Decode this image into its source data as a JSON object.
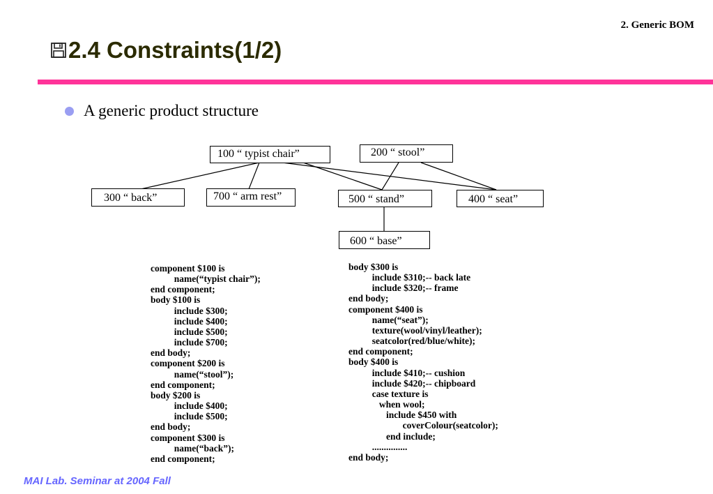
{
  "header": {
    "section": "2.  Generic BOM"
  },
  "slide": {
    "title": "2.4 Constraints(1/2)",
    "bullet": "A generic product structure"
  },
  "diagram": {
    "nodes": {
      "n100": "100 “ typist chair”",
      "n200": "200 “ stool”",
      "n300": "300 “ back”",
      "n700": "700 “ arm rest”",
      "n500": "500 “ stand”",
      "n400": "400 “ seat”",
      "n600": "600 “ base”"
    }
  },
  "code": {
    "left": [
      "component $100 is",
      "          name(“typist chair”);",
      "end component;",
      "body $100 is",
      "          include $300;",
      "          include $400;",
      "          include $500;",
      "          include $700;",
      "end body;",
      "component $200 is",
      "          name(“stool”);",
      "end component;",
      "body $200 is",
      "          include $400;",
      "          include $500;",
      "end body;",
      "component $300 is",
      "          name(“back”);",
      "end component;"
    ],
    "right": [
      "body $300 is",
      "          include $310;-- back late",
      "          include $320;-- frame",
      "end body;",
      "component $400 is",
      "          name(“seat”);",
      "          texture(wool/vinyl/leather);",
      "          seatcolor(red/blue/white);",
      "end component;",
      "body $400 is",
      "          include $410;-- cushion",
      "          include $420;-- chipboard",
      "          case texture is",
      "             when wool;",
      "                include $450 with",
      "                       coverColour(seatcolor);",
      "                end include;",
      "          ...............",
      "end body;"
    ]
  },
  "footer": {
    "text": "MAI Lab. Seminar at 2004 Fall"
  },
  "colors": {
    "rule": "#ff3399",
    "bullet": "#9a9ef2",
    "footer": "#6666ff",
    "title": "#2b2b00"
  },
  "icons": {
    "title_icon": "floppy-disk-icon"
  }
}
